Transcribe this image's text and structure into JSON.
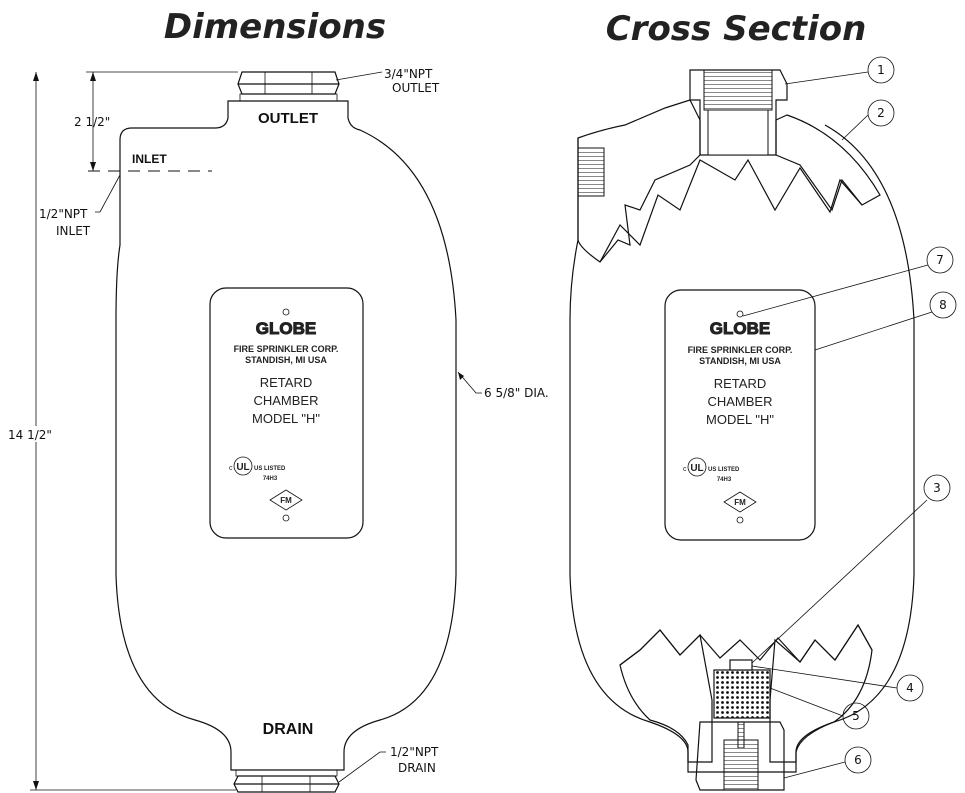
{
  "titles": {
    "dimensions": "Dimensions",
    "cross_section": "Cross Section"
  },
  "dimensions_view": {
    "outlet_callout_line1": "3/4\"NPT",
    "outlet_callout_line2": "OUTLET",
    "outlet_label": "OUTLET",
    "inlet_label": "INLET",
    "inlet_callout_line1": "1/2\"NPT",
    "inlet_callout_line2": "INLET",
    "dim_inlet_offset": "2 1/2\"",
    "dim_height": "14 1/2\"",
    "dim_diameter": "6 5/8\" DIA.",
    "drain_label": "DRAIN",
    "drain_callout_line1": "1/2\"NPT",
    "drain_callout_line2": "DRAIN"
  },
  "nameplate": {
    "brand": "GLOBE",
    "company_line1": "FIRE SPRINKLER CORP.",
    "company_line2": "STANDISH, MI USA",
    "product_line1": "RETARD",
    "product_line2": "CHAMBER",
    "product_line3": "MODEL \"H\"",
    "ul_mark": "UL",
    "ul_prefix": "c",
    "ul_text": "US LISTED",
    "ul_code": "74H3",
    "fm_mark": "FM"
  },
  "callouts": [
    "1",
    "2",
    "3",
    "4",
    "5",
    "6",
    "7",
    "8"
  ]
}
